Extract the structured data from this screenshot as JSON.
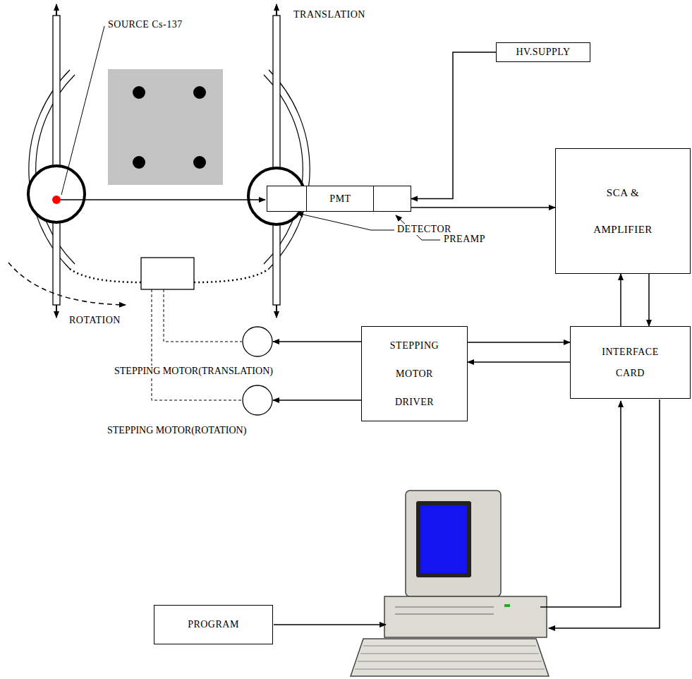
{
  "diagram": {
    "nodes": [
      {
        "text": [
          "HV.SUPPLY"
        ]
      },
      {
        "text": [
          "PMT"
        ]
      },
      {
        "text": [
          "SCA & AMPLIFIER"
        ]
      },
      {
        "text": [
          "STEPPING MOTOR DRIVER"
        ]
      },
      {
        "text": [
          "INTERFACE CARD"
        ]
      },
      {
        "text": [
          "PROGRAM"
        ]
      },
      {
        "text": [
          "STEPPING MOTOR(TRANSLATION)"
        ]
      },
      {
        "text": [
          "STEPPING MOTOR(ROTATION)"
        ]
      }
    ],
    "edges": [
      {
        "from": 0,
        "to": 1,
        "arrow": "to"
      },
      {
        "from": 1,
        "to": 2,
        "arrow": "to"
      },
      {
        "from": 4,
        "to": 2,
        "arrow": "to"
      },
      {
        "from": 2,
        "to": 4,
        "arrow": "to"
      },
      {
        "from": 3,
        "to": 4,
        "arrow": "to"
      },
      {
        "from": 4,
        "to": 3,
        "arrow": "to"
      },
      {
        "from": 3,
        "to": 6,
        "arrow": "to"
      },
      {
        "from": 3,
        "to": 7,
        "arrow": "to"
      }
    ],
    "labels": [
      "TRANSLATION",
      "SOURCE Cs-137",
      "PREAMP",
      "DETECTOR",
      "ROTATION"
    ]
  }
}
